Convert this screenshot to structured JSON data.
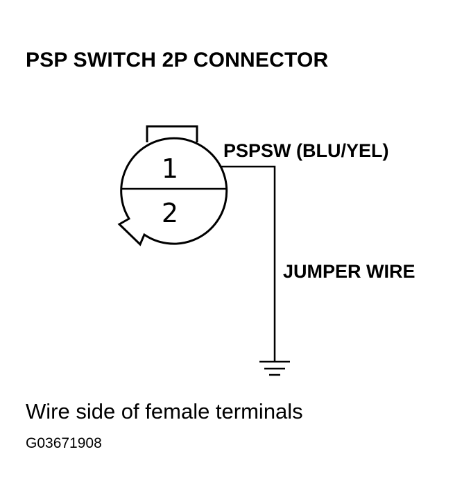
{
  "title": "PSP SWITCH 2P CONNECTOR",
  "connector": {
    "pin_1": "1",
    "pin_2": "2"
  },
  "wire_label": "PSPSW (BLU/YEL)",
  "jumper_label": "JUMPER WIRE",
  "caption": "Wire side of female terminals",
  "figure_code": "G03671908",
  "ground_symbol": "ground-icon"
}
